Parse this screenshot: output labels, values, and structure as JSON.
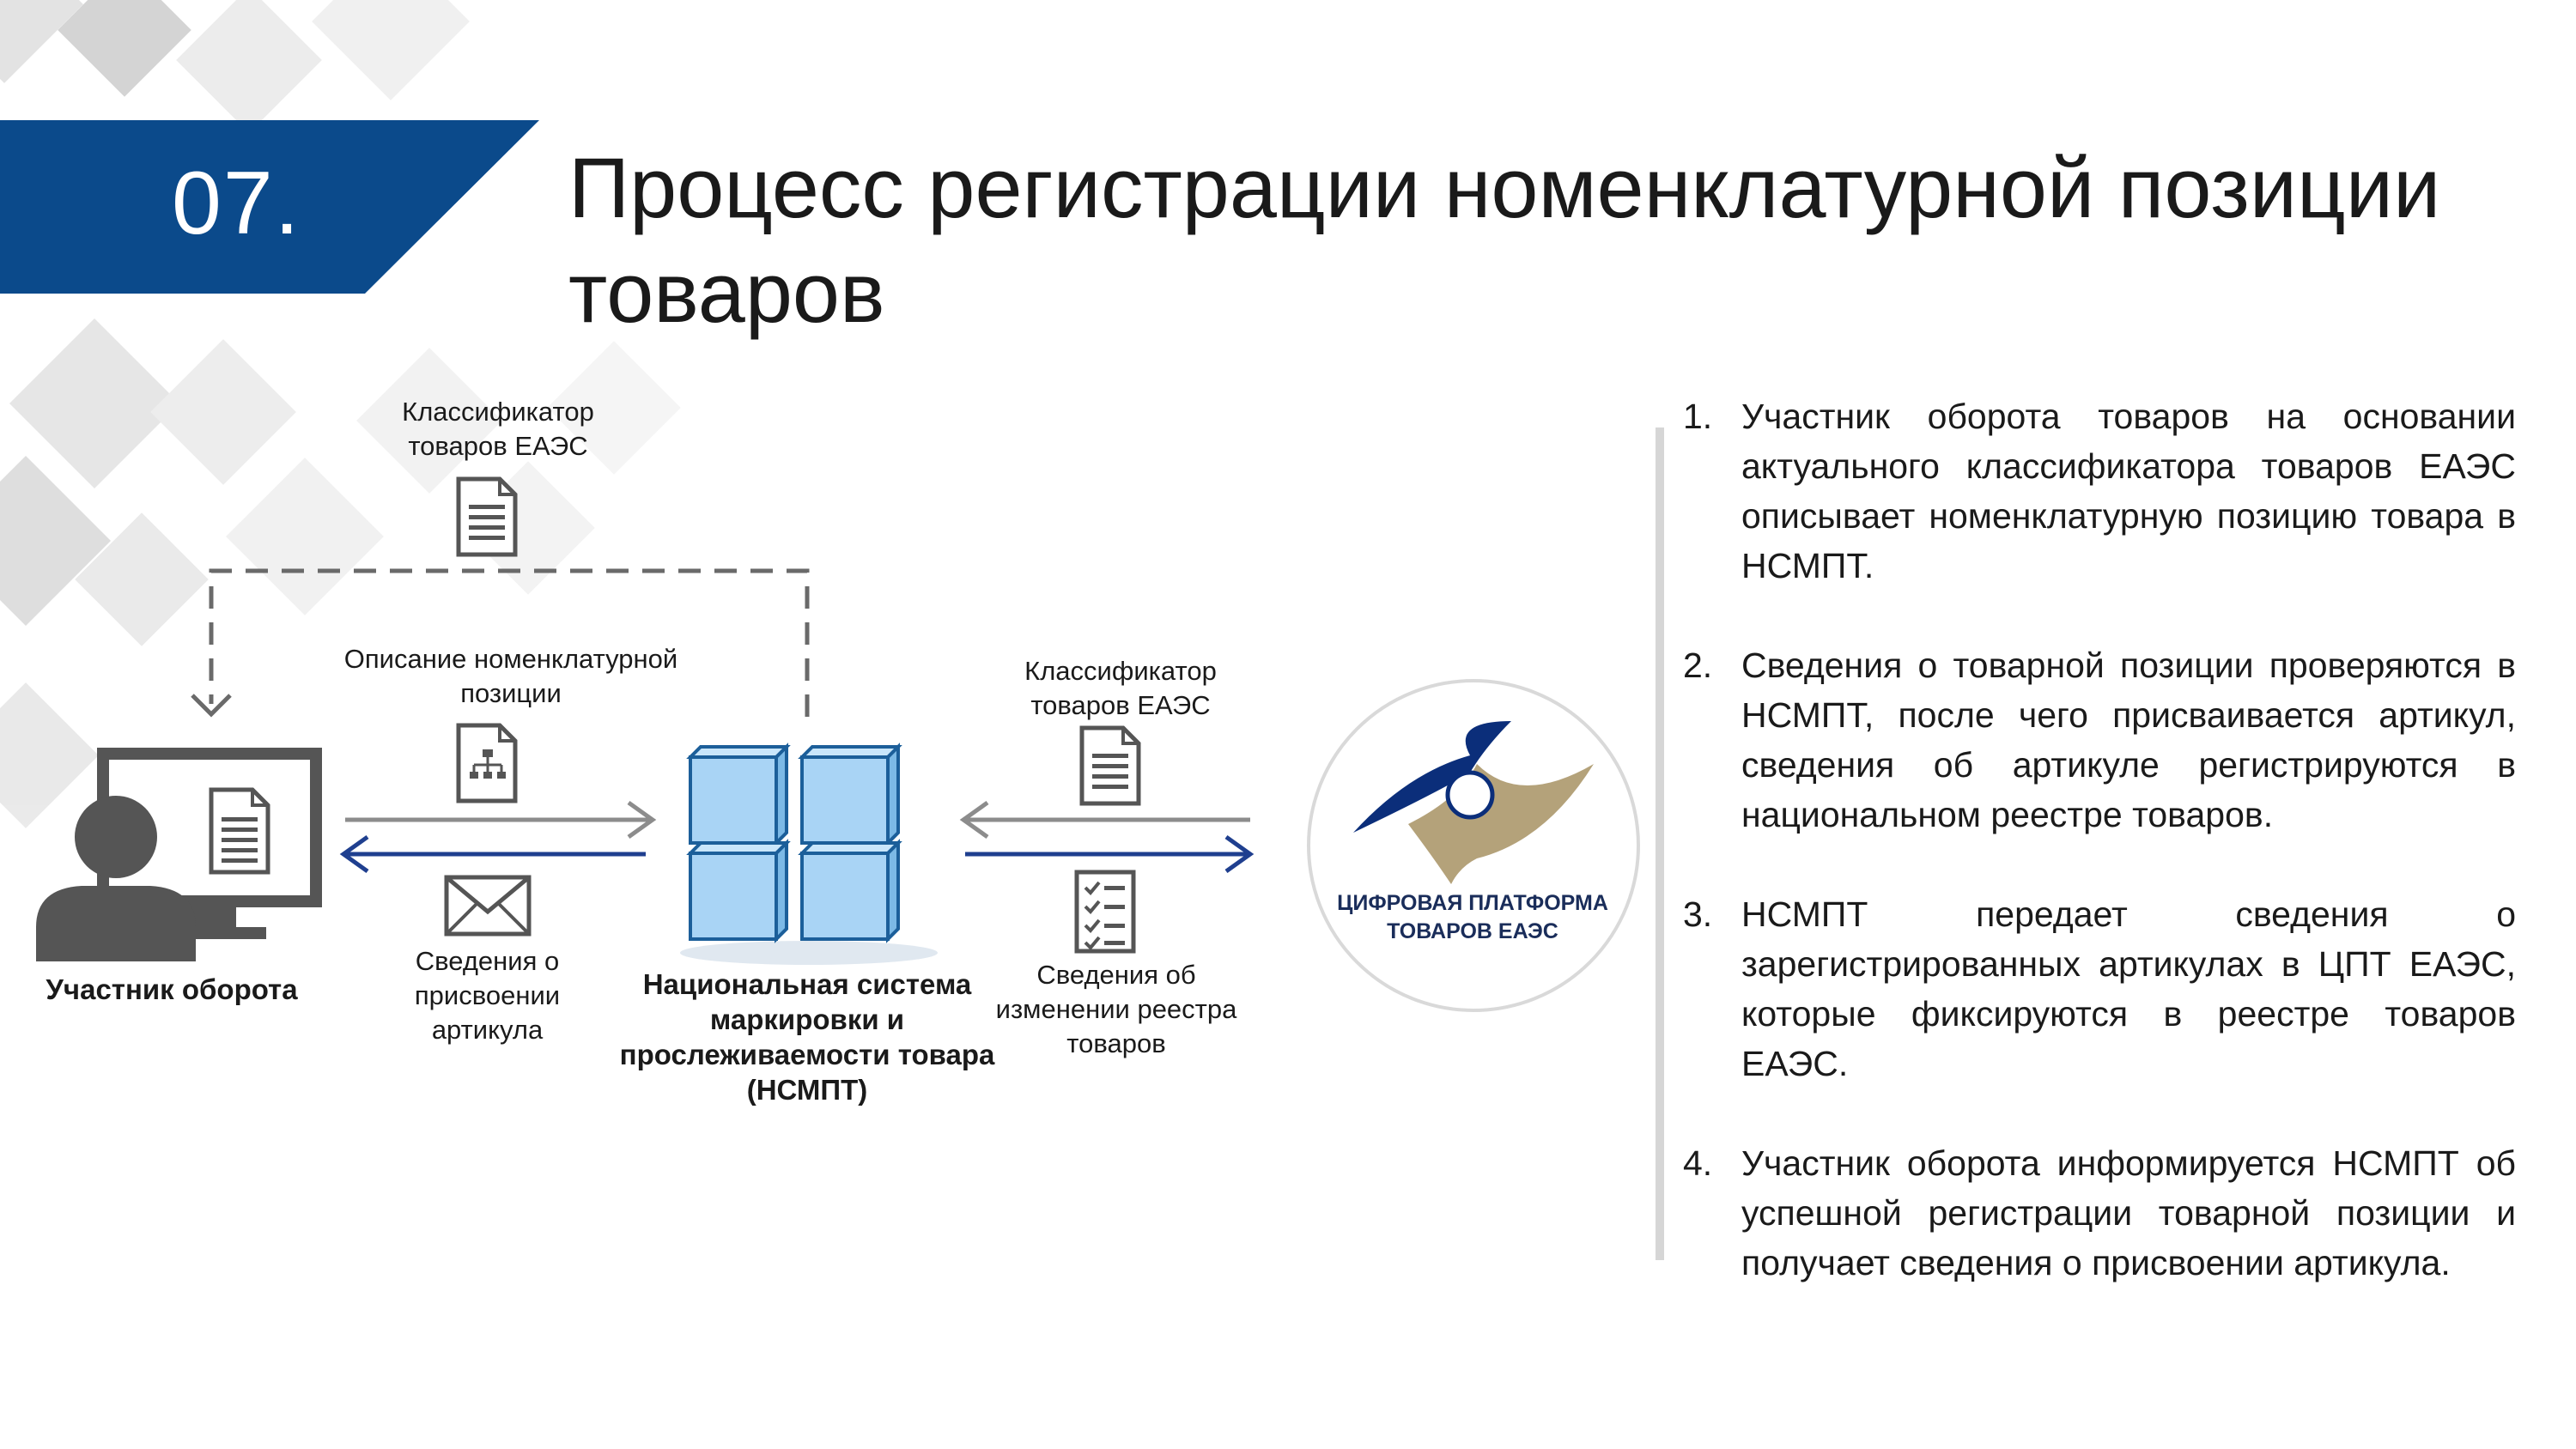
{
  "slide": {
    "number": "07.",
    "title": "Процесс регистрации номенклатурной позиции товаров"
  },
  "colors": {
    "accent_blue": "#0b4a8b",
    "arrow_blue": "#1f3f8f",
    "arrow_gray": "#7a7a7a",
    "cube_blue": "#a9d4f5",
    "icon_gray": "#555555"
  },
  "diagram": {
    "classifier_top": "Классификатор товаров ЕАЭС",
    "description_label": "Описание номенклатурной позиции",
    "article_info_label": "Сведения о присвоении артикула",
    "participant_label": "Участник оборота",
    "nsmpt_label": "Национальная система маркировки и прослеживаемости товара (НСМПТ)",
    "classifier_right": "Классификатор товаров ЕАЭС",
    "registry_changes_label": "Сведения об изменении реестра товаров",
    "logo_text": "ЦИФРОВАЯ ПЛАТФОРМА ТОВАРОВ ЕАЭС",
    "icons": [
      "document-icon",
      "org-chart-document-icon",
      "envelope-icon",
      "checklist-icon",
      "user-at-computer-icon",
      "cubes-icon",
      "eaeu-logo"
    ]
  },
  "steps": [
    {
      "n": "1.",
      "text": "Участник оборота товаров на основании актуального классификатора товаров ЕАЭС описывает номенклатурную позицию товара в НСМПТ."
    },
    {
      "n": "2.",
      "text": "Сведения о товарной позиции проверяются в НСМПТ, после чего присваивается артикул, сведения об артикуле регистрируются в национальном реестре товаров."
    },
    {
      "n": "3.",
      "text": "НСМПТ передает сведения о зарегистрированных артикулах в ЦПТ ЕАЭС, которые фиксируются в реестре товаров ЕАЭС."
    },
    {
      "n": "4.",
      "text": "Участник оборота информируется НСМПТ об успешной регистрации товарной позиции и получает сведения о присвоении артикула."
    }
  ]
}
